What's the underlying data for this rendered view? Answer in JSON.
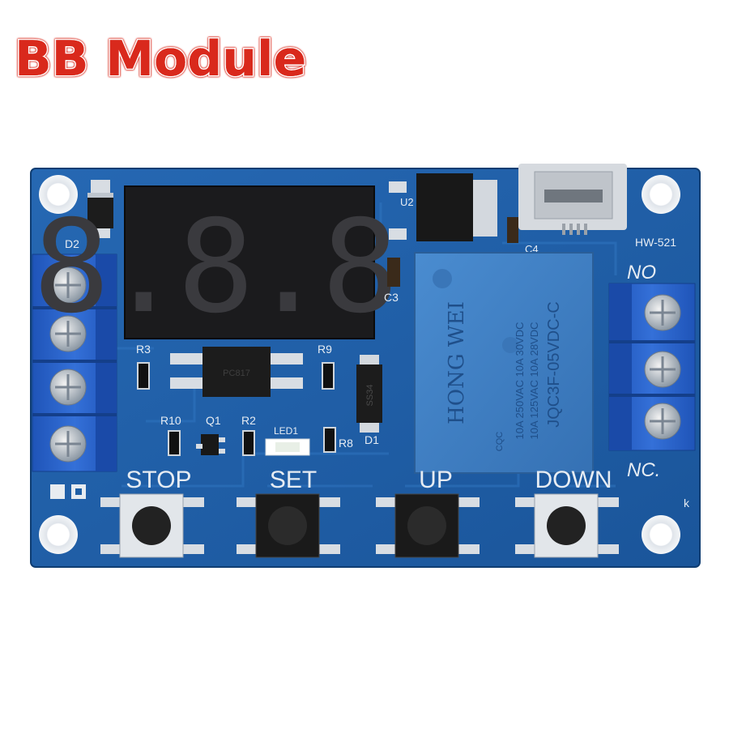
{
  "brand": {
    "text": "BB Module"
  },
  "board": {
    "model": "HW-521",
    "display_digits": "8.8.8.",
    "buttons": [
      {
        "label": "STOP"
      },
      {
        "label": "SET"
      },
      {
        "label": "UP"
      },
      {
        "label": "DOWN"
      }
    ],
    "terminal_labels": {
      "no": "NO",
      "nc": "NC."
    },
    "relay": {
      "brand": "HONG WEI",
      "ratings": [
        "10A 250VAC 10A 30VDC",
        "10A 125VAC 10A 28VDC"
      ],
      "model": "JQC3F-05VDC-C",
      "cert": "CQC"
    },
    "components": {
      "d1": "D1",
      "d2": "D2",
      "u2": "U2",
      "c3": "C3",
      "c4": "C4",
      "r2": "R2",
      "r3": "R3",
      "r8": "R8",
      "r9": "R9",
      "r10": "R10",
      "q1": "Q1",
      "led1": "LED1",
      "ss34": "SS34",
      "optocoupler": "PC817",
      "k": "k"
    },
    "colors": {
      "pcb": "#1f5fa5",
      "pcb_dark": "#164d8c",
      "terminal": "#2a64c8",
      "relay": "#3f80c6",
      "brand_red": "#d9291c"
    }
  }
}
